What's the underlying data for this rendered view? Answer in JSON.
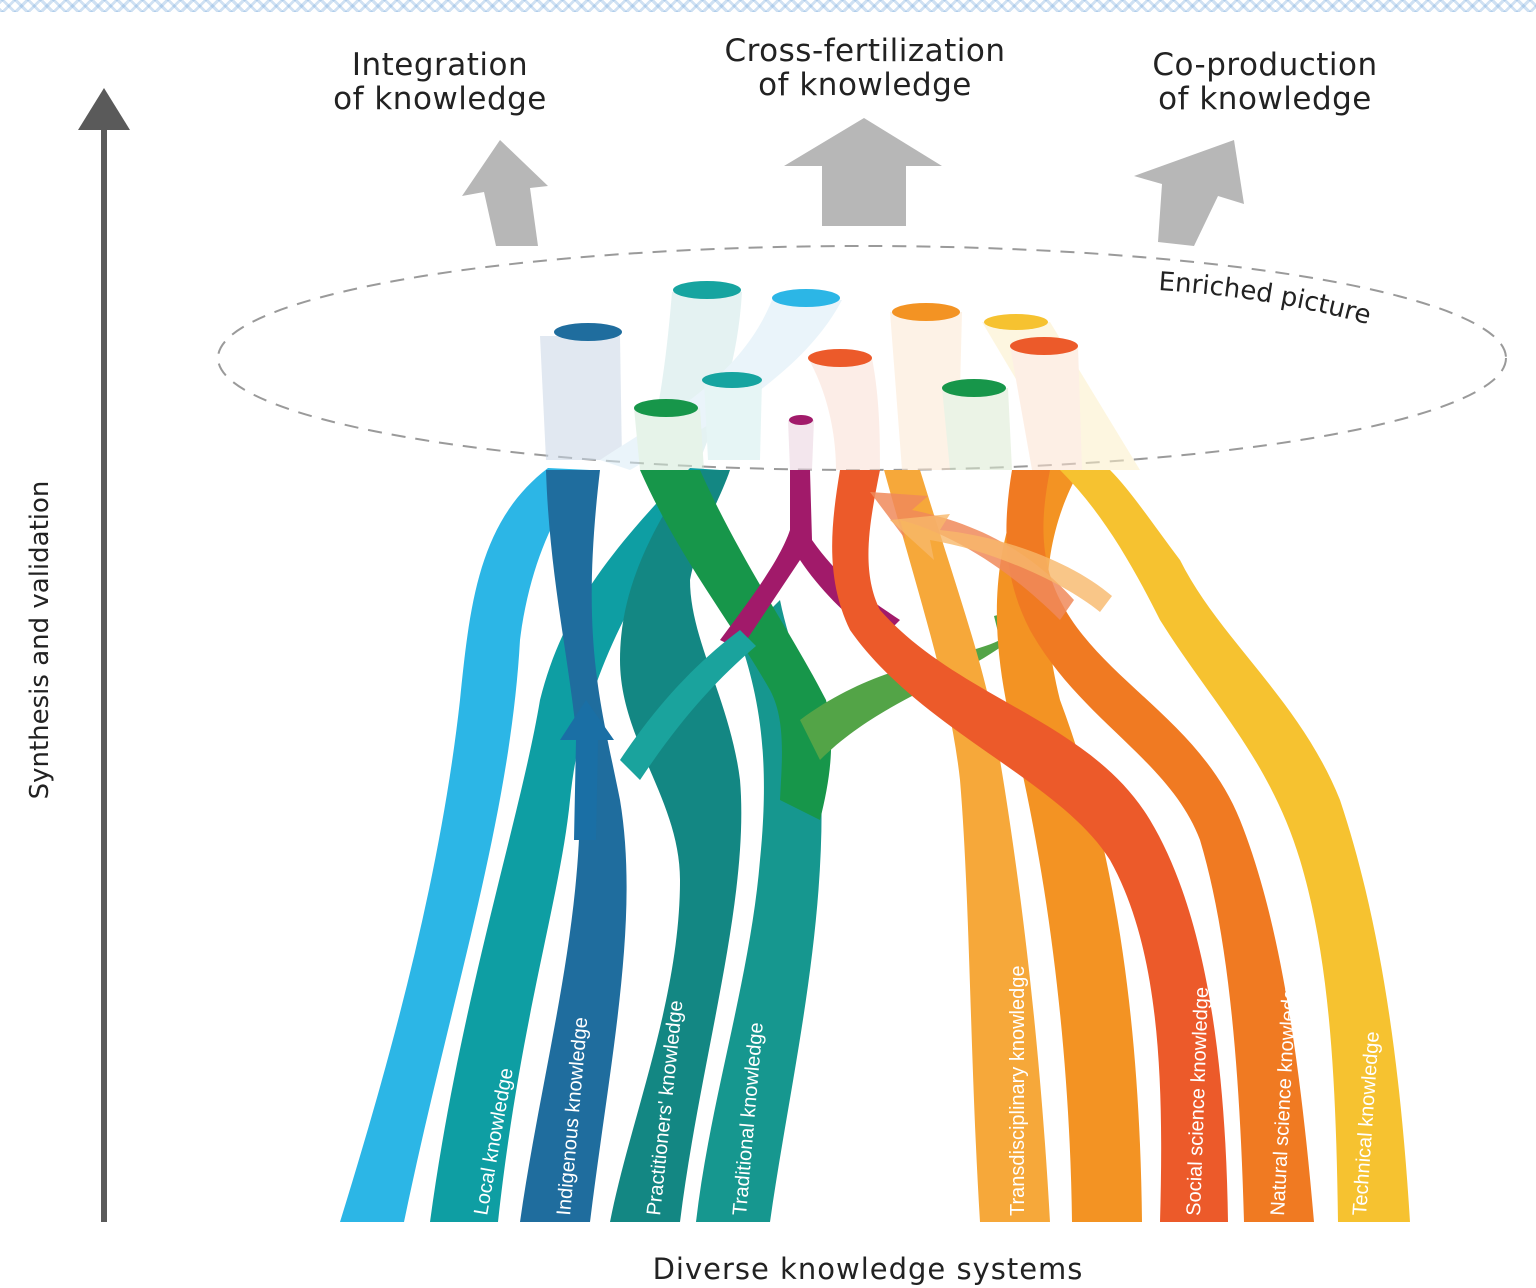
{
  "outcomes": {
    "integration_line1": "Integration",
    "integration_line2": "of knowledge",
    "cross_line1": "Cross-fertilization",
    "cross_line2": "of knowledge",
    "coproduction_line1": "Co-production",
    "coproduction_line2": "of knowledge"
  },
  "enriched_label": "Enriched picture",
  "y_axis_label": "Synthesis and validation",
  "x_axis_label": "Diverse knowledge systems",
  "streams": [
    {
      "label": "Local knowledge",
      "color": "#0e9ea3"
    },
    {
      "label": "Indigenous knowledge",
      "color": "#1f6d9e"
    },
    {
      "label": "Practitioners' knowledge",
      "color": "#138783"
    },
    {
      "label": "Traditional knowledge",
      "color": "#16978f"
    },
    {
      "label": "Transdisciplinary knowledge",
      "color": "#f6a83a"
    },
    {
      "label": "Social science knowledge",
      "color": "#ec5a2a"
    },
    {
      "label": "Natural science knowledge",
      "color": "#f07a22"
    },
    {
      "label": "Technical knowledge",
      "color": "#f6c230"
    }
  ],
  "colors": {
    "sky_blue": "#2cb6e6",
    "green": "#17964a",
    "purple": "#a11a6a",
    "orange": "#f39323",
    "up_arrow": "#b7b7b7",
    "axis_arrow": "#5a5a5a"
  }
}
